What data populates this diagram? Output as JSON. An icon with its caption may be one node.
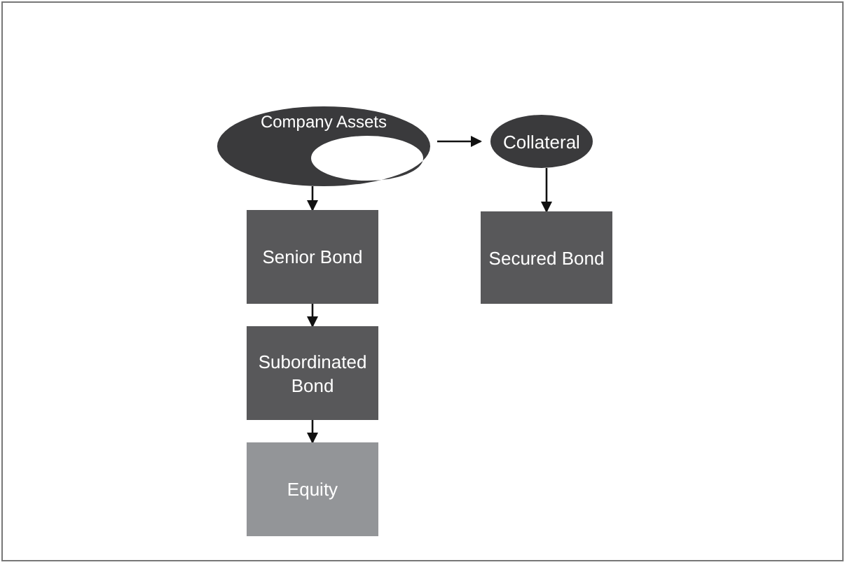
{
  "diagram": {
    "nodes": [
      {
        "text": [
          "Company Assets"
        ]
      },
      {
        "text": [
          "Collateral"
        ]
      },
      {
        "text": [
          "Senior Bond"
        ]
      },
      {
        "text": [
          "Secured Bond"
        ]
      },
      {
        "text": [
          "Subordinated Bond"
        ]
      },
      {
        "text": [
          "Equity"
        ]
      }
    ],
    "edges": [
      {
        "from": 0,
        "to": 1,
        "arrow": "to"
      },
      {
        "from": 0,
        "to": 2,
        "arrow": "to"
      },
      {
        "from": 1,
        "to": 3,
        "arrow": "to"
      },
      {
        "from": 2,
        "to": 4,
        "arrow": "to"
      },
      {
        "from": 4,
        "to": 5,
        "arrow": "to"
      }
    ]
  }
}
